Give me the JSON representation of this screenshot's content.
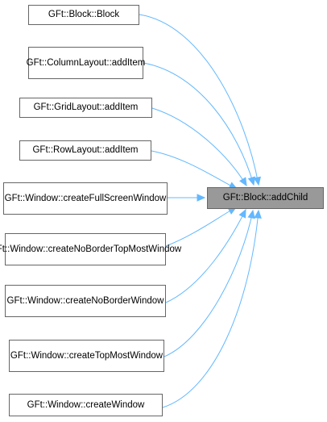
{
  "colors": {
    "edge": "#63b8ff",
    "node_border": "#666666",
    "target_fill": "#999999",
    "background": "#ffffff"
  },
  "target": {
    "label": "GFt::Block::addChild"
  },
  "callers": [
    {
      "lines": [
        "GFt::Block::Block"
      ]
    },
    {
      "lines": [
        "GFt::ColumnLayout::",
        "addItem"
      ]
    },
    {
      "lines": [
        "GFt::GridLayout::addItem"
      ]
    },
    {
      "lines": [
        "GFt::RowLayout::addItem"
      ]
    },
    {
      "lines": [
        "GFt::Window::createFullScreen",
        "Window"
      ]
    },
    {
      "lines": [
        "GFt::Window::createNoBorder",
        "TopMostWindow"
      ]
    },
    {
      "lines": [
        "GFt::Window::createNoBorder",
        "Window"
      ]
    },
    {
      "lines": [
        "GFt::Window::createTopMost",
        "Window"
      ]
    },
    {
      "lines": [
        "GFt::Window::createWindow"
      ]
    }
  ]
}
